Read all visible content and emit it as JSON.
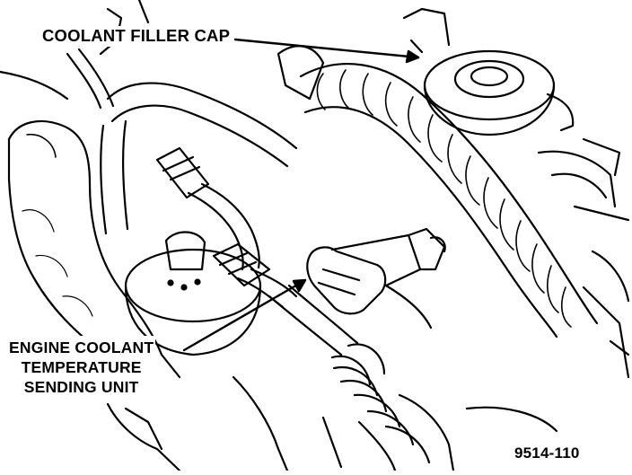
{
  "labels": {
    "coolant_filler_cap": "COOLANT FILLER CAP",
    "sending_unit_line1": "ENGINE COOLANT",
    "sending_unit_line2": "TEMPERATURE",
    "sending_unit_line3": "SENDING UNIT"
  },
  "figure_number": "9514-110",
  "colors": {
    "ink": "#000000",
    "paper": "#ffffff"
  }
}
